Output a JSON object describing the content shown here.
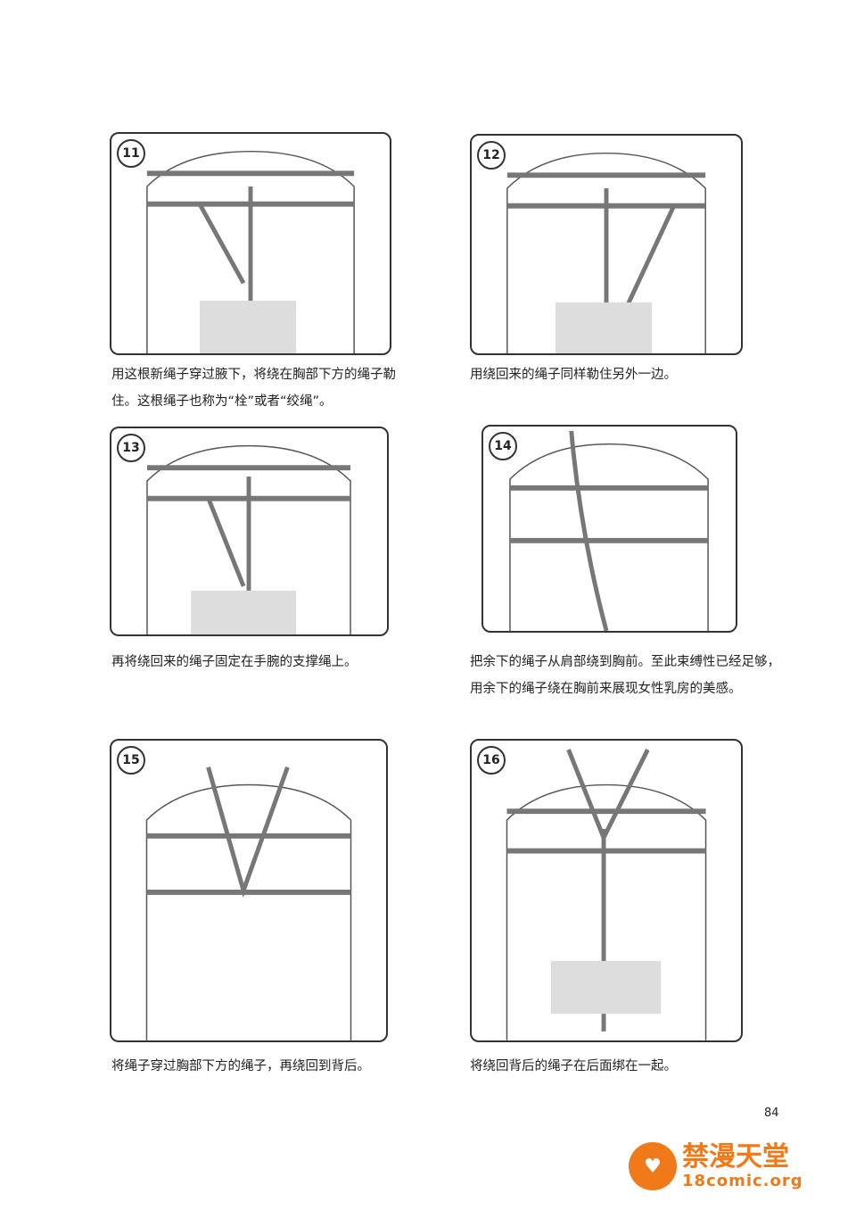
{
  "steps": [
    {
      "number": "11",
      "caption": "用这根新绳子穿过腋下，将绕在胸部下方的绳子勒住。这根绳子也称为“栓”或者“绞绳”。"
    },
    {
      "number": "12",
      "caption": "用绕回来的绳子同样勒住另外一边。"
    },
    {
      "number": "13",
      "caption": "再将绕回来的绳子固定在手腕的支撑绳上。"
    },
    {
      "number": "14",
      "caption": "把余下的绳子从肩部绕到胸前。至此束缚性已经足够，用余下的绳子绕在胸前来展现女性乳房的美感。"
    },
    {
      "number": "15",
      "caption": "将绳子穿过胸部下方的绳子，再绕回到背后。"
    },
    {
      "number": "16",
      "caption": "将绕回背后的绳子在后面绑在一起。"
    }
  ],
  "page_number": "84",
  "watermark": {
    "name": "禁漫天堂",
    "site": "18comic.org",
    "color": "#f07a1a"
  }
}
